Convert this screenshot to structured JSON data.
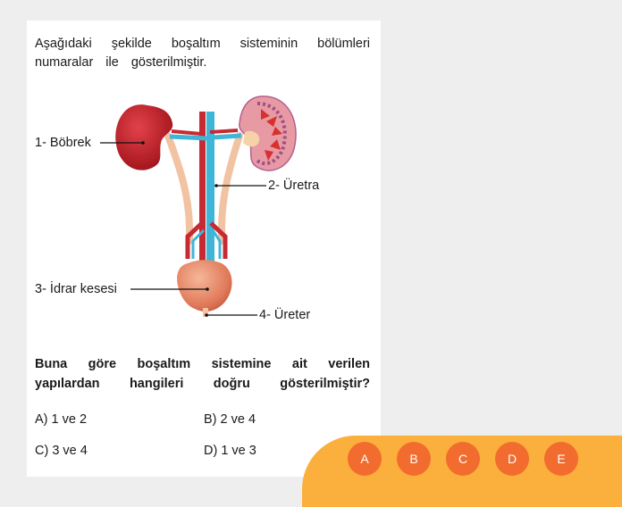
{
  "question": {
    "intro_line1": "Aşağıdaki şekilde boşaltım sisteminin bölümleri",
    "intro_line2": "numaralar ile gösterilmiştir.",
    "prompt_line1": "Buna göre boşaltım sistemine ait verilen",
    "prompt_line2": "yapılardan hangileri doğru gösterilmiştir?"
  },
  "figure": {
    "labels": {
      "l1": "1- Böbrek",
      "l2": "2- Üretra",
      "l3": "3- İdrar kesesi",
      "l4": "4- Üreter"
    }
  },
  "options": [
    {
      "text": "A) 1 ve 2"
    },
    {
      "text": "B) 2 ve 4"
    },
    {
      "text": "C) 3 ve 4"
    },
    {
      "text": "D) 1 ve 3"
    }
  ],
  "answer_buttons": [
    "A",
    "B",
    "C",
    "D",
    "E"
  ],
  "colors": {
    "answer_bar": "#fbaf3c",
    "answer_button": "#f26c2f",
    "kidney": "#c8202a",
    "vein": "#3fb6d8"
  }
}
